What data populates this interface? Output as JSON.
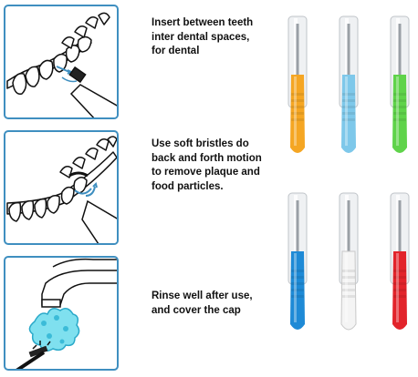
{
  "steps": [
    {
      "lines": [
        "Insert between teeth",
        "inter dental spaces,",
        "for dental"
      ],
      "icon": "brush-between-teeth-icon"
    },
    {
      "lines": [
        "Use soft bristles do",
        "back and forth motion",
        "to remove plaque and",
        "food particles."
      ],
      "icon": "brush-motion-icon"
    },
    {
      "lines": [
        "Rinse well after use,",
        "and cover the cap"
      ],
      "icon": "rinse-under-faucet-icon"
    }
  ],
  "brushes": [
    {
      "color": "orange",
      "hex": "#f5a623"
    },
    {
      "color": "light-blue",
      "hex": "#7ec8ea"
    },
    {
      "color": "green",
      "hex": "#5fd34a"
    },
    {
      "color": "blue",
      "hex": "#1e8ad6"
    },
    {
      "color": "white",
      "hex": "#f4f4f4"
    },
    {
      "color": "red",
      "hex": "#e2242b"
    }
  ],
  "accent": "#3f8fc0"
}
